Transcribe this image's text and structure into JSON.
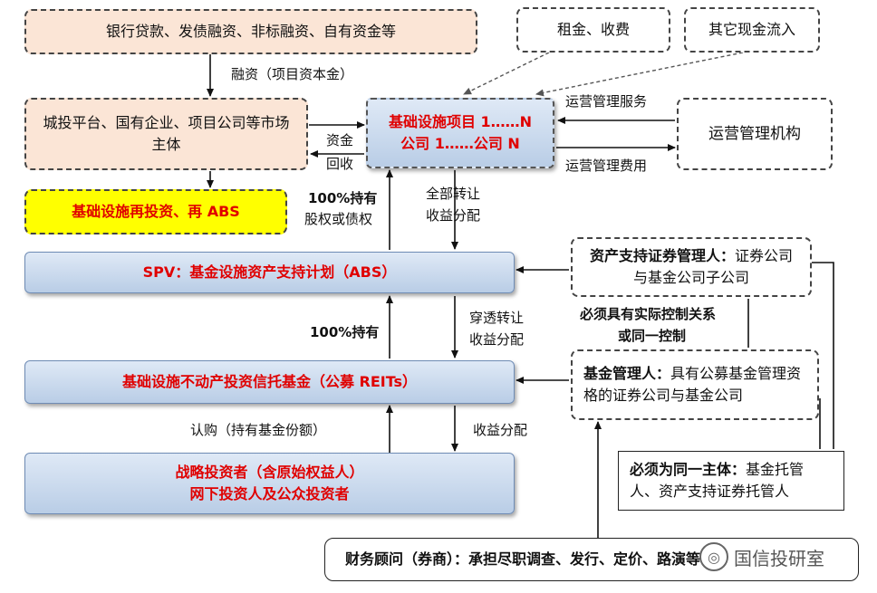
{
  "boxes": {
    "funding_sources": "银行贷款、发债融资、非标融资、自有资金等",
    "rent_fees": "租金、收费",
    "other_cash": "其它现金流入",
    "market_entities": "城投平台、国有企业、项目公司等市场主体",
    "infra_project_line1": "基础设施项目 1……N",
    "infra_project_line2": "公司 1……公司 N",
    "ops_agency": "运营管理机构",
    "reinvest": "基础设施再投资、再 ABS",
    "spv": "SPV：基金设施资产支持计划（ABS）",
    "abs_manager_bold": "资产支持证券管理人：",
    "abs_manager_rest": "证券公司与基金公司子公司",
    "reits": "基础设施不动产投资信托基金（公募 REITs）",
    "fund_manager_bold": "基金管理人：",
    "fund_manager_rest": "具有公募基金管理资格的证券公司与基金公司",
    "investors_line1": "战略投资者（含原始权益人）",
    "investors_line2": "网下投资人及公众投资者",
    "custodian_bold": "必须为同一主体：",
    "custodian_rest": "基金托管人、资产支持证券托管人",
    "advisor": "财务顾问（券商）：承担尽职调查、发行、定价、路演等"
  },
  "labels": {
    "financing": "融资（项目资本金）",
    "capital": "资金",
    "recovery": "回收",
    "ops_service": "运营管理服务",
    "ops_fee": "运营管理费用",
    "hold_line1": "100%持有",
    "hold_line2": "股权或债权",
    "transfer_line1": "全部转让",
    "transfer_line2": "收益分配",
    "hold100": "100%持有",
    "pass_line1": "穿透转让",
    "pass_line2": "收益分配",
    "control_line1": "必须具有实际控制关系",
    "control_line2": "或同一控制",
    "subscribe": "认购（持有基金份额）",
    "income": "收益分配"
  },
  "watermark": {
    "icon": "wechat-icon",
    "text": "国信投研室"
  }
}
